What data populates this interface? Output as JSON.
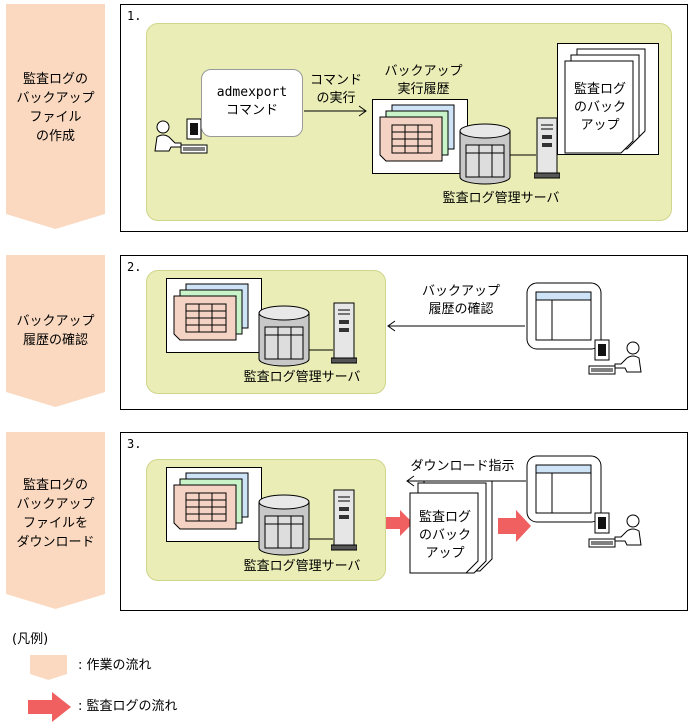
{
  "flows": [
    {
      "lines": [
        "監査ログの",
        "バックアップ",
        "ファイル",
        "の作成"
      ]
    },
    {
      "lines": [
        "バックアップ",
        "履歴の確認"
      ]
    },
    {
      "lines": [
        "監査ログの",
        "バックアップ",
        "ファイルを",
        "ダウンロード"
      ]
    }
  ],
  "steps": [
    {
      "number": "1.",
      "command_box": [
        "admexport",
        "コマンド"
      ],
      "command_label": [
        "コマンド",
        "の実行"
      ],
      "history_label": [
        "バックアップ",
        "実行履歴"
      ],
      "backup_docs": [
        "監査ログ",
        "のバック",
        "アップ"
      ],
      "server_label": "監査ログ管理サーバ"
    },
    {
      "number": "2.",
      "check_label": [
        "バックアップ",
        "履歴の確認"
      ],
      "server_label": "監査ログ管理サーバ"
    },
    {
      "number": "3.",
      "download_label": "ダウンロード指示",
      "docs_label": [
        "監査ログ",
        "のバック",
        "アップ"
      ],
      "server_label": "監査ログ管理サーバ"
    }
  ],
  "legend": {
    "title": "(凡例)",
    "work_flow": ": 作業の流れ",
    "log_flow": ": 監査ログの流れ"
  },
  "colors": {
    "flow_fill": "#fad9c0",
    "area_fill": "#eaeeb6",
    "arrow_red": "#f06060",
    "sheet_pink": "#f5d3c4",
    "sheet_green": "#c9f3c9",
    "sheet_blue": "#cfe3f7"
  },
  "icons": [
    "user-at-terminal-icon",
    "database-icon",
    "server-icon",
    "monitor-window-icon",
    "history-sheets-icon",
    "document-stack-icon"
  ]
}
